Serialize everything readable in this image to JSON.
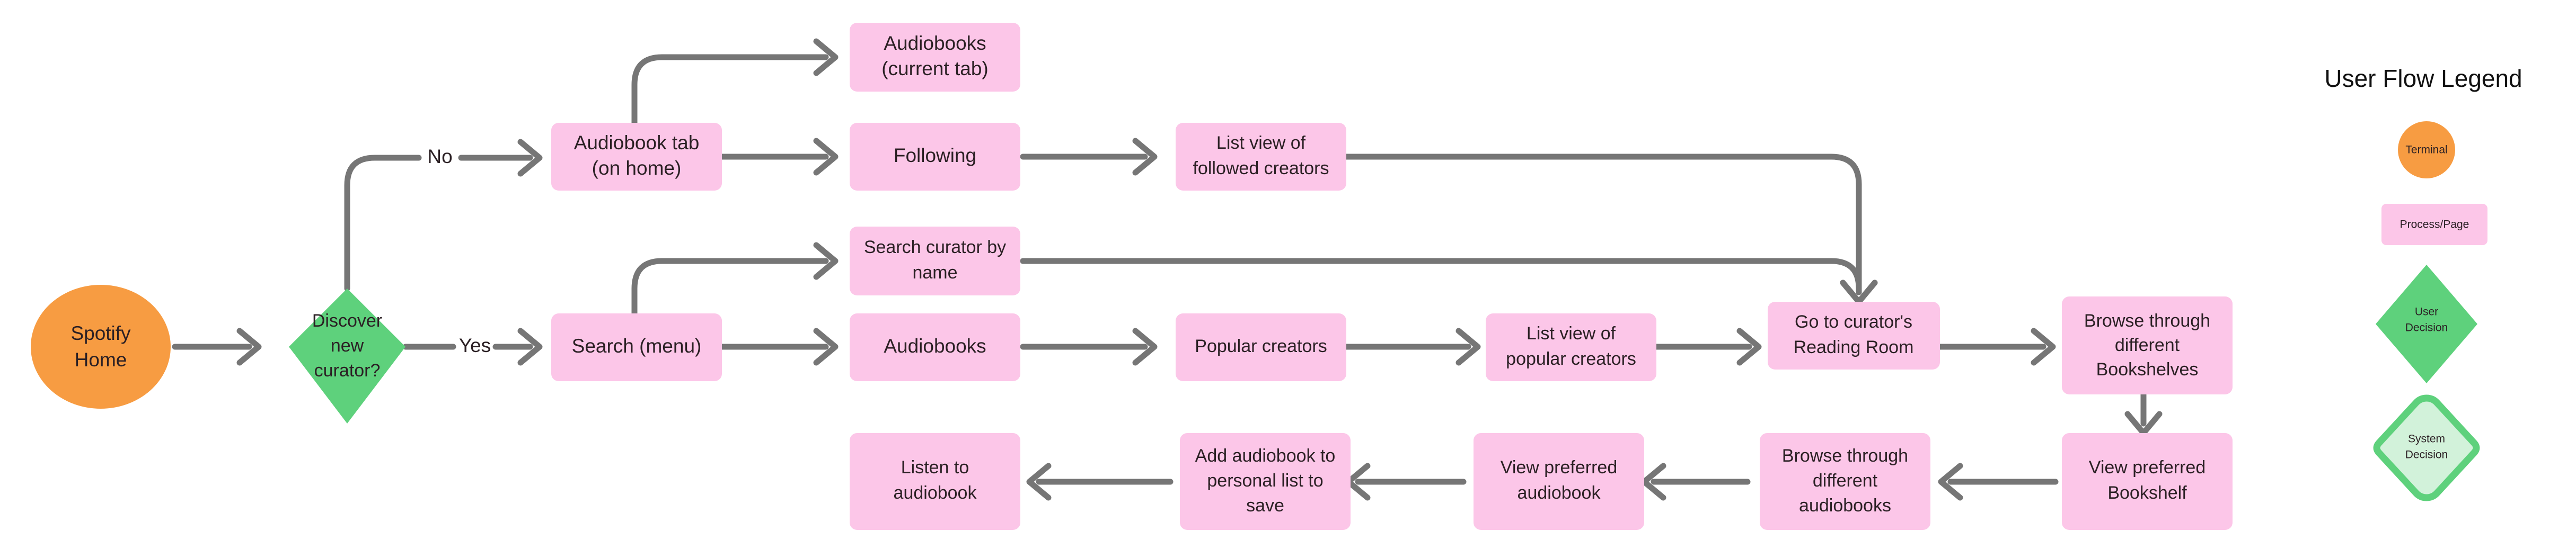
{
  "diagram": {
    "type": "flowchart",
    "title_visible": false,
    "background": "#ffffff",
    "colors": {
      "terminal": "#f79c42",
      "process": "#fcc6e8",
      "user_decision": "#5ed17c",
      "system_decision_fill": "#d2f2da",
      "system_decision_stroke": "#5ed17c",
      "edge": "#767676",
      "node_text": "#2b2024",
      "legend_title_text": "#111111"
    },
    "nodes": [
      {
        "id": "spotify_home",
        "label": "Spotify\nHome",
        "shape": "ellipse",
        "row": "middle"
      },
      {
        "id": "discover_curator",
        "label": "Discover\nnew\ncurator?",
        "shape": "diamond_user",
        "row": "middle"
      },
      {
        "id": "audiobook_tab",
        "label": "Audiobook tab\n(on home)",
        "shape": "process",
        "row": "upper"
      },
      {
        "id": "audiobooks_current",
        "label": "Audiobooks\n(current tab)",
        "shape": "process",
        "row": "top"
      },
      {
        "id": "following",
        "label": "Following",
        "shape": "process",
        "row": "upper"
      },
      {
        "id": "followed_creators",
        "label": "List view of\nfollowed creators",
        "shape": "process",
        "row": "upper"
      },
      {
        "id": "search_menu",
        "label": "Search (menu)",
        "shape": "process",
        "row": "middle"
      },
      {
        "id": "search_curator",
        "label": "Search curator by\nname",
        "shape": "process",
        "row": "upper-mid"
      },
      {
        "id": "audiobooks",
        "label": "Audiobooks",
        "shape": "process",
        "row": "middle"
      },
      {
        "id": "popular_creators",
        "label": "Popular creators",
        "shape": "process",
        "row": "middle"
      },
      {
        "id": "popular_list",
        "label": "List view of\npopular creators",
        "shape": "process",
        "row": "middle"
      },
      {
        "id": "reading_room",
        "label": "Go to curator's\nReading Room",
        "shape": "process",
        "row": "middle"
      },
      {
        "id": "browse_bookshelves",
        "label": "Browse through\ndifferent\nBookshelves",
        "shape": "process",
        "row": "middle"
      },
      {
        "id": "view_bookshelf",
        "label": "View preferred\nBookshelf",
        "shape": "process",
        "row": "bottom"
      },
      {
        "id": "browse_audiobooks",
        "label": "Browse through\ndifferent\naudiobooks",
        "shape": "process",
        "row": "bottom"
      },
      {
        "id": "view_audiobook",
        "label": "View preferred\naudiobook",
        "shape": "process",
        "row": "bottom"
      },
      {
        "id": "add_audiobook",
        "label": "Add audiobook to\npersonal list to\nsave",
        "shape": "process",
        "row": "bottom"
      },
      {
        "id": "listen_audiobook",
        "label": "Listen to\naudiobook",
        "shape": "process",
        "row": "bottom"
      }
    ],
    "edges": [
      {
        "from": "spotify_home",
        "to": "discover_curator",
        "label": ""
      },
      {
        "from": "discover_curator",
        "to": "audiobook_tab",
        "label": "No"
      },
      {
        "from": "discover_curator",
        "to": "search_menu",
        "label": "Yes"
      },
      {
        "from": "audiobook_tab",
        "to": "audiobooks_current",
        "label": ""
      },
      {
        "from": "audiobook_tab",
        "to": "following",
        "label": ""
      },
      {
        "from": "following",
        "to": "followed_creators",
        "label": ""
      },
      {
        "from": "followed_creators",
        "to": "reading_room",
        "label": ""
      },
      {
        "from": "search_menu",
        "to": "search_curator",
        "label": ""
      },
      {
        "from": "search_menu",
        "to": "audiobooks",
        "label": ""
      },
      {
        "from": "search_curator",
        "to": "reading_room",
        "label": ""
      },
      {
        "from": "audiobooks",
        "to": "popular_creators",
        "label": ""
      },
      {
        "from": "popular_creators",
        "to": "popular_list",
        "label": ""
      },
      {
        "from": "popular_list",
        "to": "reading_room",
        "label": ""
      },
      {
        "from": "reading_room",
        "to": "browse_bookshelves",
        "label": ""
      },
      {
        "from": "browse_bookshelves",
        "to": "view_bookshelf",
        "label": ""
      },
      {
        "from": "view_bookshelf",
        "to": "browse_audiobooks",
        "label": ""
      },
      {
        "from": "browse_audiobooks",
        "to": "view_audiobook",
        "label": ""
      },
      {
        "from": "view_audiobook",
        "to": "add_audiobook",
        "label": ""
      },
      {
        "from": "add_audiobook",
        "to": "listen_audiobook",
        "label": ""
      }
    ],
    "edge_labels": {
      "no": "No",
      "yes": "Yes"
    },
    "node_labels": {
      "spotify_home_l1": "Spotify",
      "spotify_home_l2": "Home",
      "discover_l1": "Discover",
      "discover_l2": "new",
      "discover_l3": "curator?",
      "audiobook_tab_l1": "Audiobook tab",
      "audiobook_tab_l2": "(on home)",
      "audiobooks_current_l1": "Audiobooks",
      "audiobooks_current_l2": "(current tab)",
      "following_l1": "Following",
      "followed_creators_l1": "List view of",
      "followed_creators_l2": "followed creators",
      "search_menu_l1": "Search (menu)",
      "search_curator_l1": "Search curator by",
      "search_curator_l2": "name",
      "audiobooks_l1": "Audiobooks",
      "popular_creators_l1": "Popular creators",
      "popular_list_l1": "List view of",
      "popular_list_l2": "popular creators",
      "reading_room_l1": "Go to curator's",
      "reading_room_l2": "Reading Room",
      "browse_bookshelves_l1": "Browse through",
      "browse_bookshelves_l2": "different",
      "browse_bookshelves_l3": "Bookshelves",
      "view_bookshelf_l1": "View preferred",
      "view_bookshelf_l2": "Bookshelf",
      "browse_audiobooks_l1": "Browse through",
      "browse_audiobooks_l2": "different",
      "browse_audiobooks_l3": "audiobooks",
      "view_audiobook_l1": "View preferred",
      "view_audiobook_l2": "audiobook",
      "add_audiobook_l1": "Add audiobook to",
      "add_audiobook_l2": "personal list to",
      "add_audiobook_l3": "save",
      "listen_audiobook_l1": "Listen to",
      "listen_audiobook_l2": "audiobook"
    }
  },
  "legend": {
    "title": "User Flow Legend",
    "items": [
      {
        "id": "terminal",
        "label": "Terminal",
        "shape": "ellipse",
        "color": "#f79c42"
      },
      {
        "id": "process_page",
        "label": "Process/Page",
        "shape": "rect",
        "color": "#fcc6e8"
      },
      {
        "id": "user_decision",
        "label_l1": "User",
        "label_l2": "Decision",
        "shape": "diamond",
        "color": "#5ed17c"
      },
      {
        "id": "system_decision",
        "label_l1": "System",
        "label_l2": "Decision",
        "shape": "diamond_outline",
        "color": "#d2f2da"
      }
    ]
  }
}
